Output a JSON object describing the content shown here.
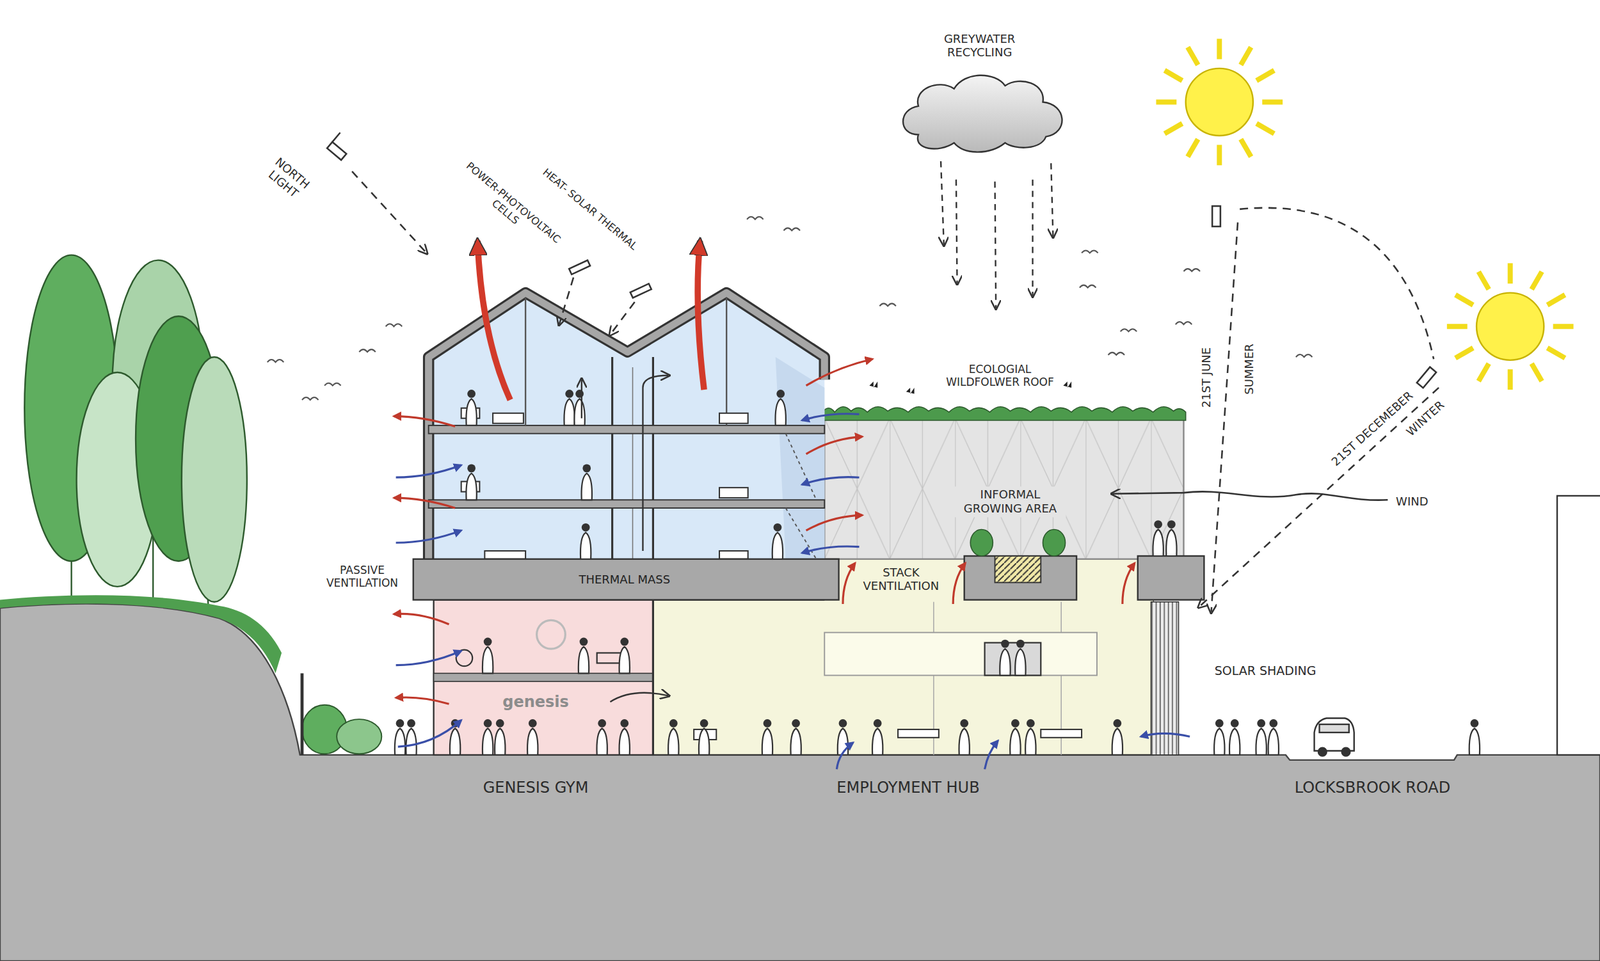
{
  "diagram": {
    "labels": [
      "GREYWATER RECYCLING",
      "NORTH LIGHT",
      "HEAT- SOLAR THERMAL",
      "POWER-PHOTOVOLTAIC CELLS",
      "ECOLOGIAL WILDFOLWER ROOF",
      "21ST JUNE",
      "SUMMER",
      "21ST DECEMEBER",
      "WINTER",
      "WIND",
      "INFORMAL GROWING AREA",
      "PASSIVE VENTILATION",
      "THERMAL MASS",
      "STACK VENTILATION",
      "SOLAR SHADING",
      "genesis",
      "GENESIS GYM",
      "EMPLOYMENT HUB",
      "LOCKSBROOK ROAD"
    ]
  }
}
